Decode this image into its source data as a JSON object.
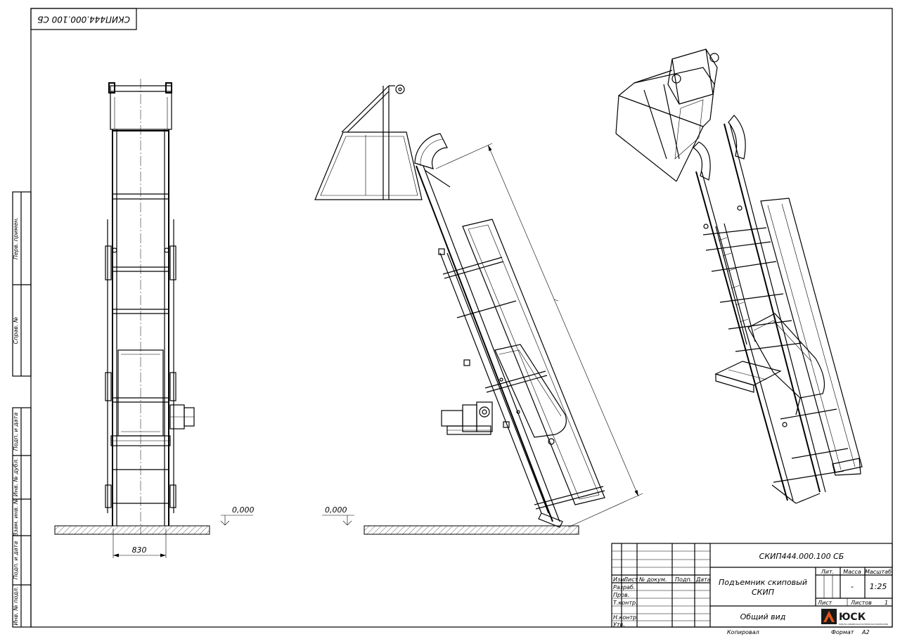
{
  "stamp_top": "СКИП444.000.100 СБ",
  "side_stamps": [
    "Перв. примен.",
    "Справ. №",
    "Подп. и дата",
    "Инв. № дубл.",
    "Взам. инв. №",
    "Подп. и дата",
    "Инв. № подл."
  ],
  "views": {
    "front": {
      "dim_width": "830",
      "level": "0,000"
    },
    "side": {
      "level": "0,000"
    }
  },
  "title_block": {
    "designation": "СКИП444.000.100 СБ",
    "name_line1": "Подъемник скиповый",
    "name_line2": "СКИП",
    "doc_type": "Общий вид",
    "mass_value": "-",
    "scale_value": "1:25",
    "sheet_label": "Лист",
    "sheets_label": "Листов",
    "sheets_value": "1",
    "columns": {
      "lit": "Лит.",
      "mass": "Масса",
      "scale": "Масштаб"
    },
    "header": {
      "izm": "Изм.",
      "list": "Лист",
      "doc": "№ докум.",
      "sign": "Подп.",
      "date": "Дата"
    },
    "roles": [
      "Разраб.",
      "Пров.",
      "Т.контр.",
      "Н.контр.",
      "Утв."
    ],
    "copied": "Копировал",
    "format_label": "Формат",
    "format_value": "А2",
    "logo_text": "ЮСК",
    "logo_tagline": "ЮЖНО-СИБИРСКАЯ КОТЕЛЬНАЯ КОМПАНИЯ",
    "logo_colors": {
      "accent": "#e2551b",
      "dark": "#1a1a1a"
    }
  }
}
